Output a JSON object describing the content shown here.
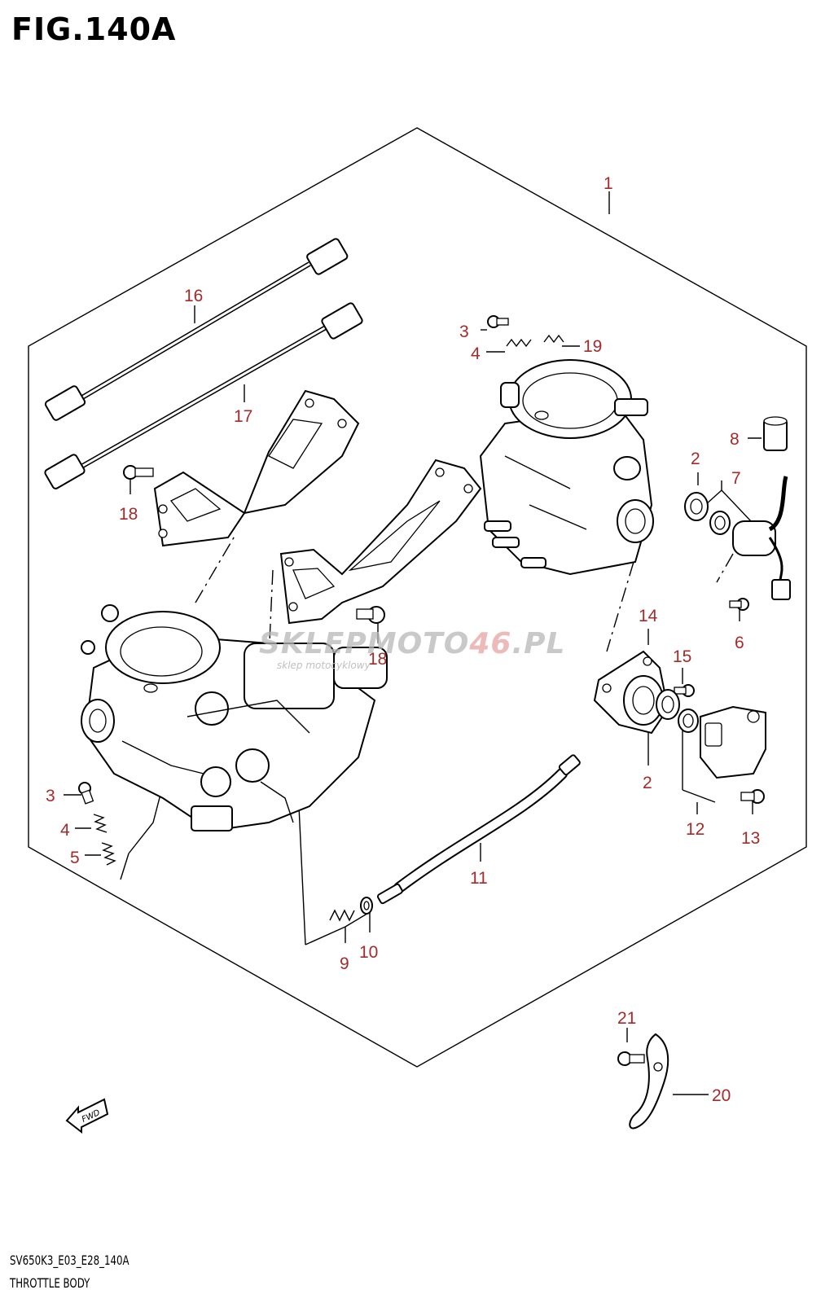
{
  "figure": {
    "title": "FIG.140A",
    "model_code": "SV650K3_E03_E28_140A",
    "section_name": "THROTTLE BODY",
    "fwd_label": "FWD"
  },
  "watermark": {
    "main_left": "SKLEPMOTO",
    "main_accent": "46",
    "main_right": ".PL",
    "subtitle": "sklep motocyklowy"
  },
  "callouts": [
    {
      "id": "c1",
      "label": "1"
    },
    {
      "id": "c2a",
      "label": "2"
    },
    {
      "id": "c2b",
      "label": "2"
    },
    {
      "id": "c3a",
      "label": "3"
    },
    {
      "id": "c3b",
      "label": "3"
    },
    {
      "id": "c4a",
      "label": "4"
    },
    {
      "id": "c4b",
      "label": "4"
    },
    {
      "id": "c5",
      "label": "5"
    },
    {
      "id": "c6",
      "label": "6"
    },
    {
      "id": "c7",
      "label": "7"
    },
    {
      "id": "c8",
      "label": "8"
    },
    {
      "id": "c9",
      "label": "9"
    },
    {
      "id": "c10",
      "label": "10"
    },
    {
      "id": "c11",
      "label": "11"
    },
    {
      "id": "c12",
      "label": "12"
    },
    {
      "id": "c13",
      "label": "13"
    },
    {
      "id": "c14",
      "label": "14"
    },
    {
      "id": "c15",
      "label": "15"
    },
    {
      "id": "c16",
      "label": "16"
    },
    {
      "id": "c17",
      "label": "17"
    },
    {
      "id": "c18a",
      "label": "18"
    },
    {
      "id": "c18b",
      "label": "18"
    },
    {
      "id": "c19",
      "label": "19"
    },
    {
      "id": "c20",
      "label": "20"
    },
    {
      "id": "c21",
      "label": "21"
    }
  ],
  "colors": {
    "callout": "#a52a2a",
    "line": "#000000",
    "watermark": "#b8b8b8",
    "watermark_accent": "#e7a3a3"
  }
}
